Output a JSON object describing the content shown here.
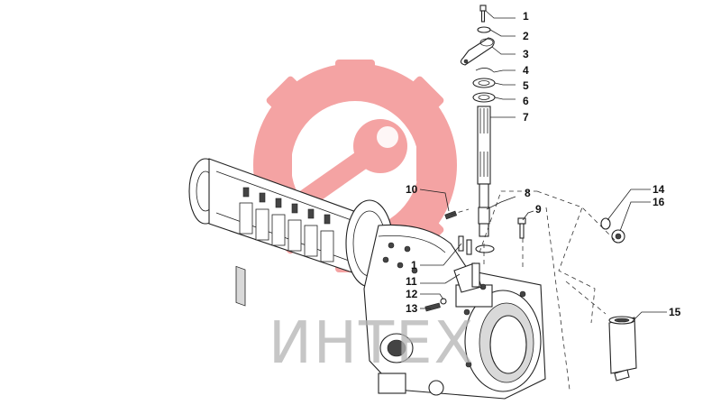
{
  "watermark": {
    "text": "ИНТЕХ",
    "logo_color": "#f08080",
    "logo_icon": "gear-wrench-logo"
  },
  "callouts": [
    {
      "id": "c1a",
      "label": "1"
    },
    {
      "id": "c2",
      "label": "2"
    },
    {
      "id": "c3",
      "label": "3"
    },
    {
      "id": "c4",
      "label": "4"
    },
    {
      "id": "c5",
      "label": "5"
    },
    {
      "id": "c6",
      "label": "6"
    },
    {
      "id": "c7",
      "label": "7"
    },
    {
      "id": "c8",
      "label": "8"
    },
    {
      "id": "c9",
      "label": "9"
    },
    {
      "id": "c10",
      "label": "10"
    },
    {
      "id": "c1b",
      "label": "1"
    },
    {
      "id": "c11",
      "label": "11"
    },
    {
      "id": "c12",
      "label": "12"
    },
    {
      "id": "c13",
      "label": "13"
    },
    {
      "id": "c14",
      "label": "14"
    },
    {
      "id": "c16",
      "label": "16"
    },
    {
      "id": "c15",
      "label": "15"
    }
  ]
}
